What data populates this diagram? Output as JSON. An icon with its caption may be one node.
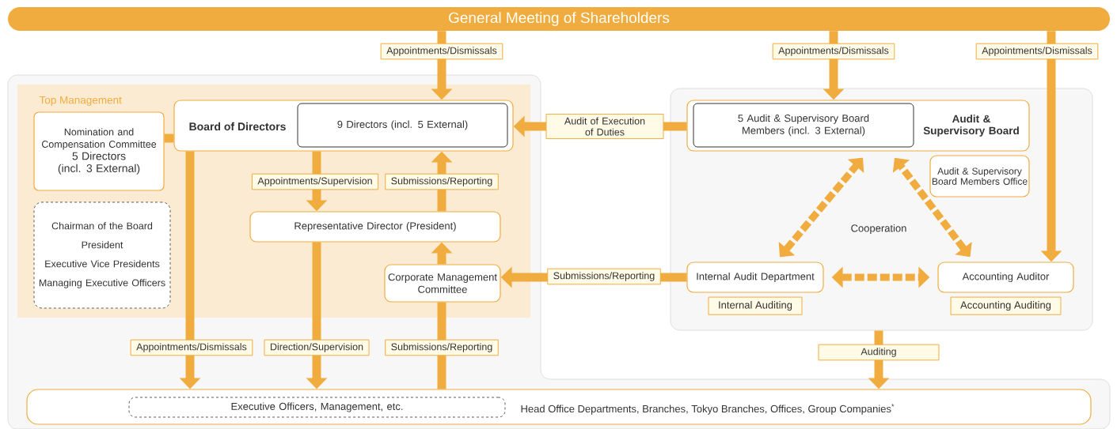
{
  "diagram": {
    "nodes": [
      {
        "text": [
          "General Meeting of Shareholders"
        ]
      },
      {
        "text": [
          "Top Management"
        ]
      },
      {
        "text": [
          "Nomination and Compensation Committee",
          "5 Directors (incl. 3 External)"
        ],
        "in": 1
      },
      {
        "text": [
          "Board of Directors"
        ],
        "in": 1
      },
      {
        "text": [
          "9 Directors (incl. 5 External)"
        ],
        "in": 3
      },
      {
        "text": [
          "Chairman of the Board",
          "President",
          "Executive Vice Presidents",
          "Managing Executive Officers"
        ],
        "in": 1
      },
      {
        "text": [
          "Representative Director (President)"
        ],
        "in": 1
      },
      {
        "text": [
          "Corporate Management Committee"
        ],
        "in": 1
      },
      {
        "text": [],
        "shape": "box"
      },
      {
        "text": [
          "Audit & Supervisory Board"
        ],
        "in": 8
      },
      {
        "text": [
          "5 Audit & Supervisory Board Members (incl. 3 External)"
        ],
        "in": 9
      },
      {
        "text": [
          "Audit & Supervisory Board Members Office"
        ],
        "in": 8
      },
      {
        "text": [
          "Internal Audit Department"
        ],
        "in": 8,
        "beside": [
          "Internal Auditing"
        ]
      },
      {
        "text": [
          "Accounting Auditor"
        ],
        "in": 8,
        "beside": [
          "Accounting Auditing"
        ]
      },
      {
        "text": [
          "Head Office Departments, Branches, Tokyo Branches, Offices, Group Companies$^{*}$"
        ]
      },
      {
        "text": [
          "Executive Officers, Management, etc."
        ],
        "in": 14
      }
    ],
    "edges": [
      {
        "from": 0,
        "to": 3,
        "arrow": "to",
        "label": "Appointments/Dismissals"
      },
      {
        "from": 0,
        "to": 9,
        "arrow": "to",
        "label": "Appointments/Dismissals"
      },
      {
        "from": 0,
        "to": 13,
        "arrow": "to",
        "label": "Appointments/Dismissals"
      },
      {
        "from": 9,
        "to": 3,
        "arrow": "to",
        "label": "Audit of Execution of Duties"
      },
      {
        "from": 2,
        "to": 3,
        "arrow": "none"
      },
      {
        "from": 3,
        "to": 6,
        "arrow": "to",
        "label": "Appointments/Supervision"
      },
      {
        "from": 6,
        "to": 3,
        "arrow": "to",
        "label": "Submissions/Reporting"
      },
      {
        "from": 7,
        "to": 6,
        "arrow": "to"
      },
      {
        "from": 12,
        "to": 7,
        "arrow": "to",
        "label": "Submissions/Reporting"
      },
      {
        "from": 3,
        "to": 14,
        "arrow": "to",
        "label": "Appointments/Dismissals"
      },
      {
        "from": 6,
        "to": 14,
        "arrow": "to",
        "label": "Direction/Supervision"
      },
      {
        "from": 14,
        "to": 7,
        "arrow": "none",
        "label": "Submissions/Reporting"
      },
      {
        "from": 12,
        "to": 9,
        "arrow": "both",
        "style": "dashed"
      },
      {
        "from": 13,
        "to": 9,
        "arrow": "both",
        "style": "dashed"
      },
      {
        "from": 12,
        "to": 13,
        "arrow": "both",
        "style": "dashed"
      },
      {
        "from": 8,
        "to": 14,
        "arrow": "to",
        "label": "Auditing"
      }
    ],
    "labels": [
      "Cooperation"
    ]
  }
}
